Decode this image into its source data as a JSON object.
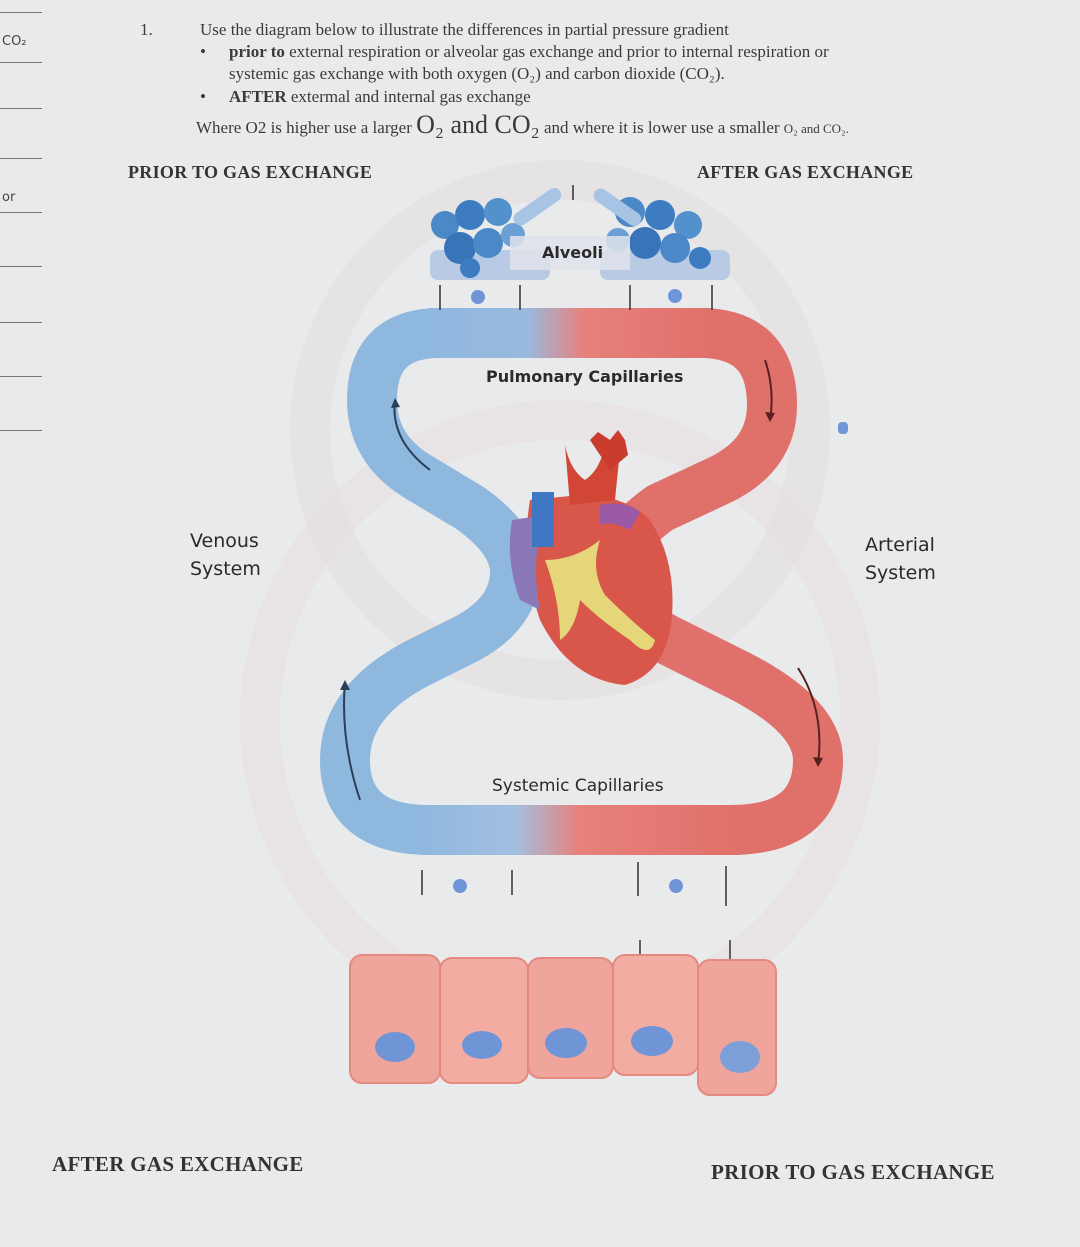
{
  "question": {
    "number": "1.",
    "intro": "Use the diagram below to illustrate the differences in partial pressure gradient",
    "bullet_1_bold": "prior to",
    "bullet_1_rest_line1": " external respiration or alveolar gas exchange and prior to internal respiration or",
    "bullet_1_rest_line2": "systemic gas exchange with both oxygen (O₂) and carbon dioxide (CO₂).",
    "bullet_2_bold": "AFTER",
    "bullet_2_rest": " extermal and internal gas exchange",
    "where_part1": "Where O2 is higher use a larger ",
    "where_big_o2": "O₂",
    "where_and": " and ",
    "where_big_co2": "CO₂",
    "where_part2": " and where it is lower use a smaller ",
    "where_small_o2": "O₂",
    "where_and_small": " and ",
    "where_small_co2": "CO₂",
    "where_end": "."
  },
  "headings": {
    "top_left": "PRIOR TO GAS EXCHANGE",
    "top_right": "AFTER GAS EXCHANGE",
    "bottom_left": "AFTER GAS EXCHANGE",
    "bottom_right": "PRIOR TO GAS EXCHANGE"
  },
  "diagram_labels": {
    "alveoli": "Alveoli",
    "pulmonary": "Pulmonary Capillaries",
    "venous_line1": "Venous",
    "venous_line2": "System",
    "arterial_line1": "Arterial",
    "arterial_line2": "System",
    "systemic": "Systemic Capillaries"
  },
  "margin_scribbles": {
    "top": "CO₂",
    "second": "or"
  },
  "colors": {
    "paper": "#e9eaec",
    "deoxygenated_blood": "#8fb8df",
    "oxygenated_blood": "#e0706a",
    "tissue_cells": "#f0a59c",
    "cell_nucleus": "#6f95d6",
    "alveoli": "#4a88c8"
  }
}
